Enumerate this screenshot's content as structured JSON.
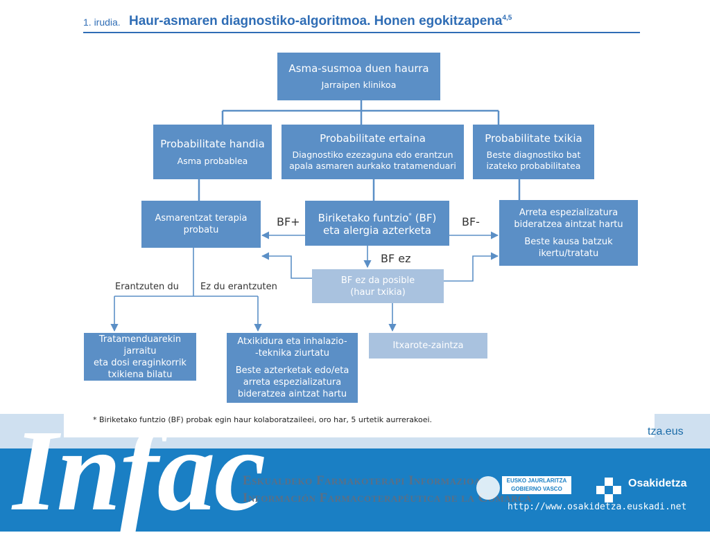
{
  "title": {
    "figure_label": "1. irudia.",
    "text": "Haur-asmaren diagnostiko-algoritmoa. Honen egokitzapena",
    "superscript": "4,5"
  },
  "nodes": {
    "root": {
      "title": "Asma-susmoa duen haurra",
      "subtitle": "Jarraipen klinikoa"
    },
    "high": {
      "title": "Probabilitate handia",
      "subtitle": "Asma probablea"
    },
    "medium": {
      "title": "Probabilitate ertaina",
      "subtitle_1": "Diagnostiko ezezaguna edo erantzun",
      "subtitle_2": "apala asmaren aurkako tratamenduari"
    },
    "low": {
      "title": "Probabilitate txikia",
      "subtitle_1": "Beste diagnostiko bat",
      "subtitle_2": "izateko probabilitatea"
    },
    "therapy": {
      "line_1": "Asmarentzat terapia",
      "line_2": "probatu"
    },
    "lung_test": {
      "line_1": "Biriketako funtzio",
      "marker": "*",
      "line_1_end": " (BF)",
      "line_2": "eta alergia azterketa"
    },
    "specialist": {
      "line_1": "Arreta espezializatura",
      "line_2": "bideratzea aintzat hartu",
      "line_3": "Beste kausa batzuk",
      "line_4": "ikertu/tratatu"
    },
    "no_bf": {
      "line_1": "BF ez da posible",
      "line_2": "(haur txikia)"
    },
    "continue": {
      "line_1": "Tratamenduarekin jarraitu",
      "line_2": "eta dosi eraginkorrik",
      "line_3": "txikiena bilatu"
    },
    "adherence": {
      "line_1": "Atxikidura eta inhalazio-",
      "line_2": "-teknika ziurtatu",
      "line_3": "Beste azterketak edo/eta",
      "line_4": "arreta espezializatura",
      "line_5": "bideratzea aintzat hartu"
    },
    "wait": {
      "line_1": "Itxarote-zaintza"
    }
  },
  "edge_labels": {
    "bf_plus": "BF+",
    "bf_minus": "BF-",
    "bf_none": "BF ez",
    "responds": "Erantzuten du",
    "not_responds": "Ez du erantzuten"
  },
  "footnote": "* Biriketako funtzio (BF) probak egin haur kolaboratzaileei, oro har, 5 urtetik aurrerakoei.",
  "footer": {
    "partial_url": "tza.eus",
    "logo": "Infac",
    "org_eu": "Eskualdeko Farmakoterapi Informazioa",
    "org_es": "Información Farmacoterapéutica de la Comarca",
    "gov_1": "EUSKO JAURLARITZA",
    "gov_2": "GOBIERNO VASCO",
    "osakidetza": "Osakidetza",
    "url": "http://www.osakidetza.euskadi.net"
  },
  "colors": {
    "box_dark": "#5b8fc6",
    "box_light": "#a9c2df",
    "title_blue": "#2f6db5",
    "banner_blue": "#1a7fc4",
    "connector": "#5b8fc6"
  }
}
